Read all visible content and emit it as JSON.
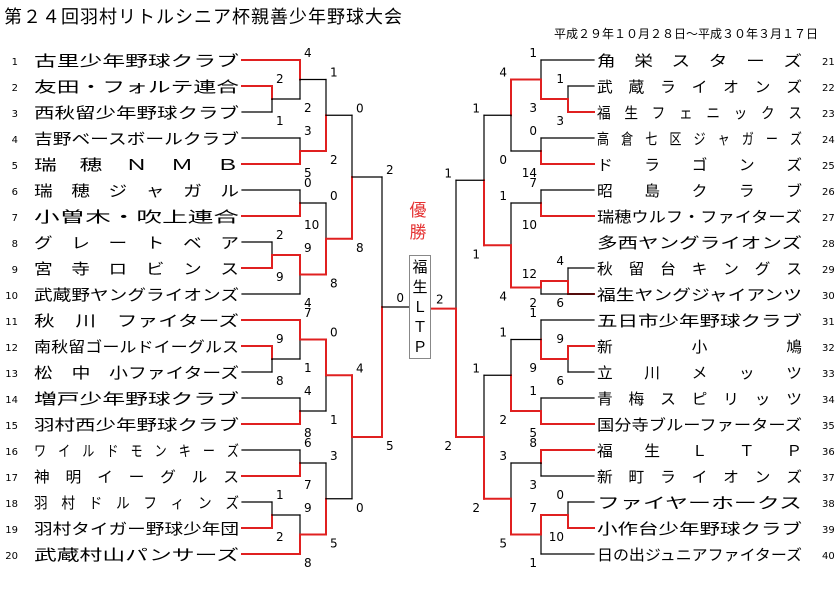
{
  "header": {
    "title": "第２４回羽村リトルシニア杯親善少年野球大会",
    "dates": "平成２９年１０月２８日～平成３０年３月１７日"
  },
  "champion": {
    "label": "優勝",
    "team_chars": [
      "福",
      "生",
      "Ｌ",
      "Ｔ",
      "Ｐ"
    ]
  },
  "teams": [
    {
      "num": "1",
      "name": "古里少年野球クラブ"
    },
    {
      "num": "2",
      "name": "友田・フォルテ連合"
    },
    {
      "num": "3",
      "name": "西秋留少年野球クラブ"
    },
    {
      "num": "4",
      "name": "吉野ベースボールクラブ"
    },
    {
      "num": "5",
      "name": "瑞　穂　Ｎ　Ｍ　Ｂ"
    },
    {
      "num": "6",
      "name": "瑞　穂　ジ　ャ　ガ　ル"
    },
    {
      "num": "7",
      "name": "小曽木・吹上連合"
    },
    {
      "num": "8",
      "name": "グ　レ　ー　ト　ベ　ア"
    },
    {
      "num": "9",
      "name": "宮　寺　ロ　ビ　ン　ス"
    },
    {
      "num": "10",
      "name": "武蔵野ヤングライオンズ"
    },
    {
      "num": "11",
      "name": "秋　川　ファイターズ"
    },
    {
      "num": "12",
      "name": "南秋留ゴールドイーグルス"
    },
    {
      "num": "13",
      "name": "松　中　小ファイターズ"
    },
    {
      "num": "14",
      "name": "増戸少年野球クラブ"
    },
    {
      "num": "15",
      "name": "羽村西少年野球クラブ"
    },
    {
      "num": "16",
      "name": "ワ　イ　ル　ド　モ　ン　キ　ー　ズ"
    },
    {
      "num": "17",
      "name": "神　明　イ　ー　グ　ル　ス"
    },
    {
      "num": "18",
      "name": "羽　村　ド　ル　フ　ィ　ン　ズ"
    },
    {
      "num": "19",
      "name": "羽村タイガー野球少年団"
    },
    {
      "num": "20",
      "name": "武蔵村山パンサーズ"
    },
    {
      "num": "21",
      "name": "角　栄　ス　タ　ー　ズ"
    },
    {
      "num": "22",
      "name": "武　蔵　ラ　イ　オ　ン　ズ"
    },
    {
      "num": "23",
      "name": "福　生　フ　ェ　ニ　ッ　ク　ス"
    },
    {
      "num": "24",
      "name": "高　倉　七　区　ジ　ャ　ガ　ー　ズ"
    },
    {
      "num": "25",
      "name": "ド　　ラ　　ゴ　　ン　　ズ"
    },
    {
      "num": "26",
      "name": "昭　　島　　ク　　ラ　　ブ"
    },
    {
      "num": "27",
      "name": "瑞穂ウルフ・ファイターズ"
    },
    {
      "num": "28",
      "name": "多西ヤングライオンズ"
    },
    {
      "num": "29",
      "name": "秋　留　台　キ　ン　グ　ス"
    },
    {
      "num": "30",
      "name": "福生ヤングジャイアンツ"
    },
    {
      "num": "31",
      "name": "五日市少年野球クラブ"
    },
    {
      "num": "32",
      "name": "新　　　　　小　　　　　鳩"
    },
    {
      "num": "33",
      "name": "立　　川　　メ　　ッ　　ツ"
    },
    {
      "num": "34",
      "name": "青　梅　ス　ピ　リ　ッ　ツ"
    },
    {
      "num": "35",
      "name": "国分寺ブルーファーターズ"
    },
    {
      "num": "36",
      "name": "福　　生　　Ｌ　　Ｔ　　Ｐ"
    },
    {
      "num": "37",
      "name": "新　町　ラ　イ　オ　ン　ズ"
    },
    {
      "num": "38",
      "name": "ファイヤーホークス"
    },
    {
      "num": "39",
      "name": "小作台少年野球クラブ"
    },
    {
      "num": "40",
      "name": "日の出ジュニアファイターズ"
    }
  ],
  "bracket": {
    "left": {
      "r1": [
        {
          "a": "2",
          "b": "1",
          "win": "a"
        },
        {
          "a": "2",
          "b": "9",
          "win": "b"
        },
        {
          "a": "9",
          "b": "8",
          "win": "a"
        },
        {
          "a": "1",
          "b": "2",
          "win": "b"
        }
      ],
      "r2": [
        {
          "a": "4",
          "b": "2",
          "win": "a"
        },
        {
          "a": "3",
          "b": "5",
          "win": "b"
        },
        {
          "a": "0",
          "b": "10",
          "win": "b"
        },
        {
          "a": "9",
          "b": "4",
          "win": "a"
        },
        {
          "a": "7",
          "b": "1",
          "win": "a"
        },
        {
          "a": "4",
          "b": "8",
          "win": "b"
        },
        {
          "a": "6",
          "b": "7",
          "win": "b"
        },
        {
          "a": "9",
          "b": "8",
          "win": "b"
        }
      ],
      "r3": [
        {
          "a": "1",
          "b": "2",
          "win": "b"
        },
        {
          "a": "0",
          "b": "8",
          "win": "b"
        },
        {
          "a": "0",
          "b": "1",
          "win": "a"
        },
        {
          "a": "3",
          "b": "5",
          "win": "b"
        }
      ],
      "r4": [
        {
          "a": "0",
          "b": "8",
          "win": "b"
        },
        {
          "a": "4",
          "b": "0",
          "win": "a"
        }
      ],
      "r5": {
        "a": "2",
        "b": "5",
        "win": "b"
      },
      "final": "0"
    },
    "right": {
      "r1": [
        {
          "a": "1",
          "b": "3",
          "win": "b"
        },
        {
          "a": "4",
          "b": "6",
          "win": "b"
        },
        {
          "a": "9",
          "b": "6",
          "win": "a"
        },
        {
          "a": "0",
          "b": "10",
          "win": "b"
        }
      ],
      "r2": [
        {
          "a": "1",
          "b": "3",
          "win": "b"
        },
        {
          "a": "0",
          "b": "14",
          "win": "b"
        },
        {
          "a": "7",
          "b": "10",
          "win": "b"
        },
        {
          "a": "12",
          "b": "2",
          "win": "a"
        },
        {
          "a": "1",
          "b": "9",
          "win": "b"
        },
        {
          "a": "1",
          "b": "5",
          "win": "b"
        },
        {
          "a": "8",
          "b": "3",
          "win": "a"
        },
        {
          "a": "7",
          "b": "1",
          "win": "a"
        }
      ],
      "r3": [
        {
          "a": "4",
          "b": "0",
          "win": "a"
        },
        {
          "a": "1",
          "b": "4",
          "win": "b"
        },
        {
          "a": "1",
          "b": "2",
          "win": "b"
        },
        {
          "a": "3",
          "b": "5",
          "win": "b"
        }
      ],
      "r4": [
        {
          "a": "1",
          "b": "1",
          "win": "b"
        },
        {
          "a": "1",
          "b": "2",
          "win": "b"
        }
      ],
      "r5": {
        "a": "1",
        "b": "2",
        "win": "b"
      },
      "final": "2"
    }
  },
  "colors": {
    "winner_line": "#e02020",
    "loser_line": "#000000",
    "champion_label": "#e53333"
  }
}
